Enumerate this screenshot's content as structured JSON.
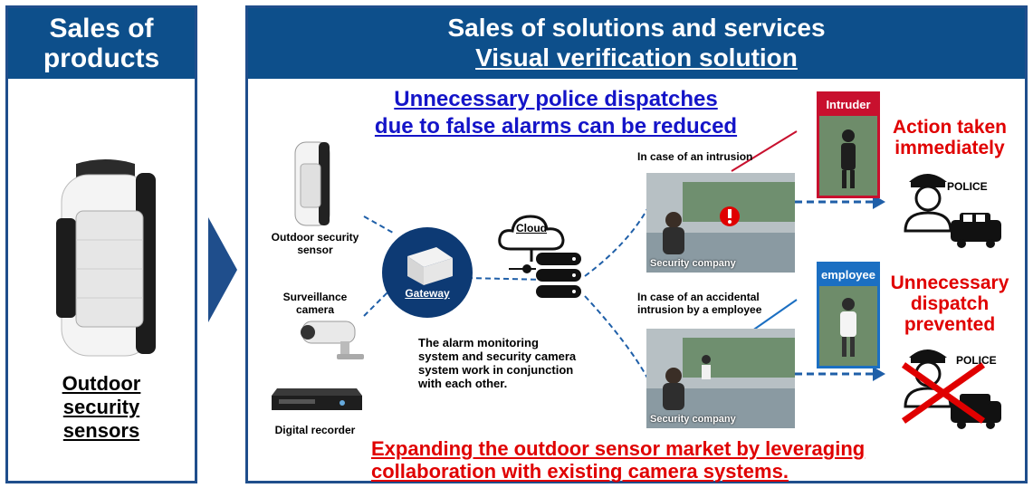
{
  "left_panel": {
    "title_line1": "Sales of",
    "title_line2": "products",
    "label_line1": "Outdoor",
    "label_line2": "security",
    "label_line3": "sensors"
  },
  "right_panel": {
    "title_line1": "Sales of solutions and services",
    "title_line2": "Visual verification solution",
    "headline_line1": "Unnecessary police dispatches",
    "headline_line2": "due to false alarms can be reduced",
    "devices": {
      "sensor_line1": "Outdoor security",
      "sensor_line2": "sensor",
      "camera_line1": "Surveillance",
      "camera_line2": "camera",
      "recorder": "Digital recorder"
    },
    "gateway_label": "Gateway",
    "cloud_label": "Cloud",
    "description_line1": "The alarm monitoring",
    "description_line2": "system and security camera",
    "description_line3": "system work in conjunction",
    "description_line4": "with each other.",
    "intrusion": {
      "caption": "In case of an intrusion",
      "scene_label": "Security company",
      "tag": "Intruder",
      "result_line1": "Action taken",
      "result_line2": "immediately",
      "police": "POLICE"
    },
    "accidental": {
      "caption_line1": "In case of an accidental",
      "caption_line2": "intrusion by a employee",
      "scene_label": "Security company",
      "tag": "employee",
      "result_line1": "Unnecessary",
      "result_line2": "dispatch",
      "result_line3": "prevented",
      "police": "POLICE"
    },
    "bottom_line1": "Expanding the outdoor sensor market by leveraging",
    "bottom_line2": "collaboration with existing camera systems."
  },
  "colors": {
    "header_blue": "#0d4f8b",
    "headline_blue": "#1414c8",
    "alert_red": "#e00000",
    "intruder_red": "#c8102e",
    "employee_blue": "#1b6fc2"
  }
}
